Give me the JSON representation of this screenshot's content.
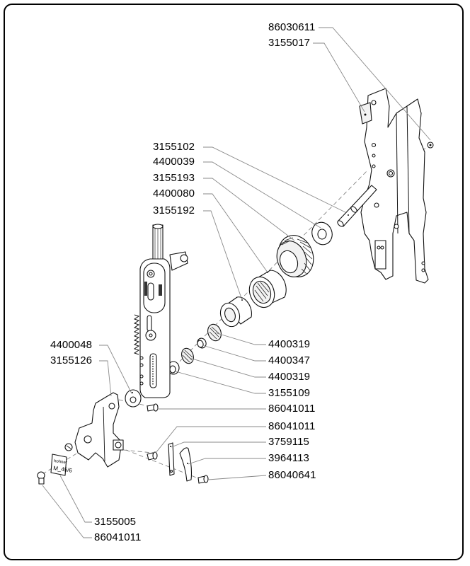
{
  "diagram": {
    "type": "exploded-parts-view",
    "colors": {
      "frame": "#000000",
      "lines": "#111111",
      "leaders": "#8a8a8a"
    },
    "labels": {
      "top_right": [
        "86030611",
        "3155017"
      ],
      "mid_left": [
        "3155102",
        "4400039",
        "3155193",
        "4400080",
        "3155192"
      ],
      "right_column": [
        "4400319",
        "4400347",
        "4400319",
        "3155109",
        "86041011",
        "86041011",
        "3759115",
        "3964113",
        "86040641"
      ],
      "bracket": [
        "4400048",
        "3155126"
      ],
      "bottom": [
        "3155005",
        "86041011"
      ]
    },
    "nameplate": {
      "brand": "hohner",
      "model": "M_45/6"
    }
  }
}
